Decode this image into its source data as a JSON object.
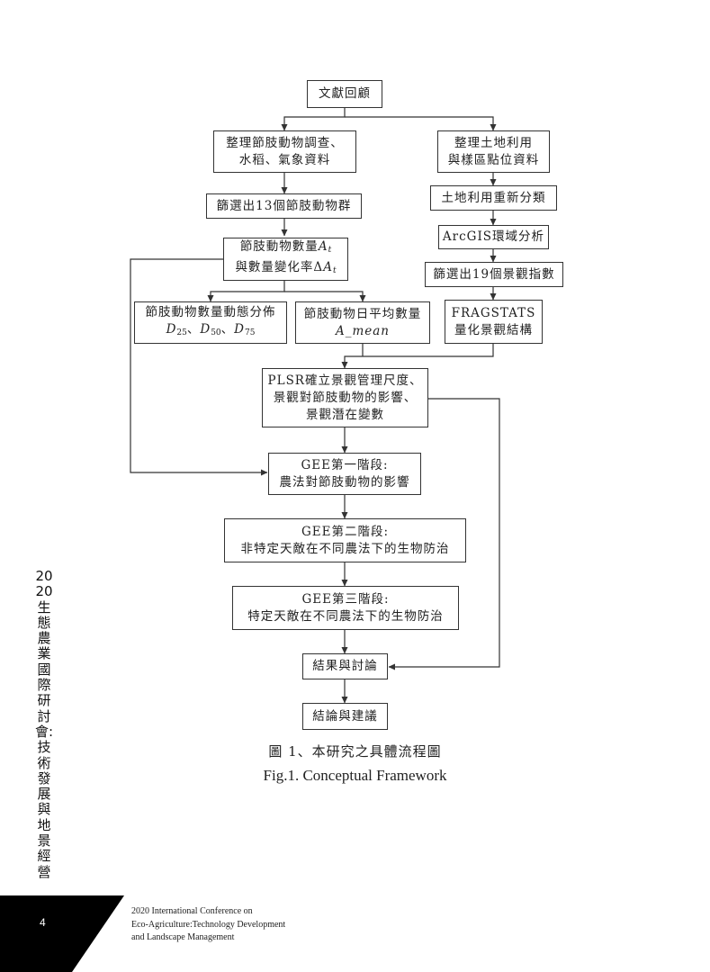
{
  "flowchart": {
    "lit_review": "文獻回顧",
    "organize_arthropod": [
      "整理節肢動物調查、",
      "水稻、氣象資料"
    ],
    "organize_landuse": [
      "整理土地利用",
      "與樣區點位資料"
    ],
    "select_groups": "篩選出13個節肢動物群",
    "landuse_reclass": "土地利用重新分類",
    "arcgis": "ArcGIS環域分析",
    "abundance": {
      "line1_text": "節肢動物數量",
      "line1_var": "A",
      "line1_sub": "t",
      "line2_text": "與數量變化率Δ",
      "line2_var": "A",
      "line2_sub": "t"
    },
    "select_indices": "篩選出19個景觀指數",
    "dynamics": {
      "line1": "節肢動物數量動態分佈",
      "d_var": "D",
      "d_subs": [
        "25",
        "50",
        "75"
      ],
      "separator": "、"
    },
    "daily_mean": {
      "line1": "節肢動物日平均數量",
      "line2": "A_mean"
    },
    "fragstats": [
      "FRAGSTATS",
      "量化景觀結構"
    ],
    "plsr": [
      "PLSR確立景觀管理尺度、",
      "景觀對節肢動物的影響、",
      "景觀潛在變數"
    ],
    "gee1": [
      "GEE第一階段:",
      "農法對節肢動物的影響"
    ],
    "gee2": [
      "GEE第二階段:",
      "非特定天敵在不同農法下的生物防治"
    ],
    "gee3": [
      "GEE第三階段:",
      "特定天敵在不同農法下的生物防治"
    ],
    "results": "結果與討論",
    "conclusion": "結論與建議"
  },
  "caption": {
    "zh": "圖 1、本研究之具體流程圖",
    "en": "Fig.1. Conceptual Framework"
  },
  "side_title": "2020生態農業國際研討會:技術發展與地景經營",
  "footer": {
    "page": "4",
    "lines": [
      "2020 International Conference on",
      "Eco-Agriculture:Technology Development",
      "and Landscape Management"
    ]
  },
  "colors": {
    "line": "#333333",
    "footer_black": "#000000",
    "text": "#222222"
  }
}
